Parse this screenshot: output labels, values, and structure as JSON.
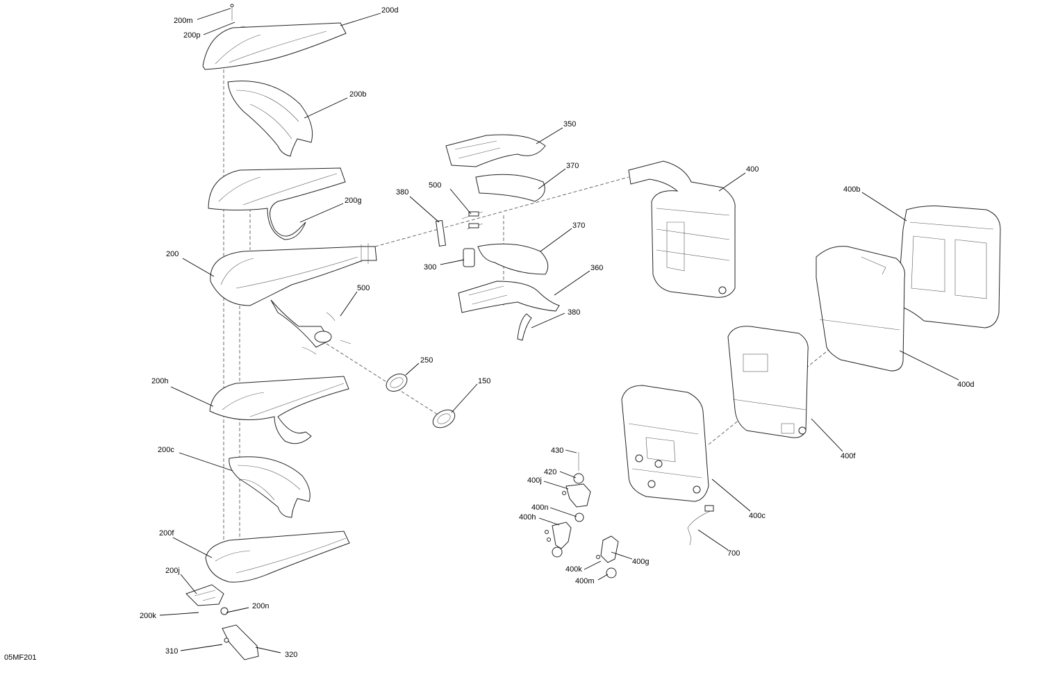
{
  "figure_ref": "05MF201",
  "callouts": [
    {
      "id": "200m",
      "text": "200m"
    },
    {
      "id": "200p",
      "text": "200p"
    },
    {
      "id": "200d",
      "text": "200d"
    },
    {
      "id": "200b",
      "text": "200b"
    },
    {
      "id": "200g",
      "text": "200g"
    },
    {
      "id": "200",
      "text": "200"
    },
    {
      "id": "500a",
      "text": "500"
    },
    {
      "id": "200h",
      "text": "200h"
    },
    {
      "id": "200c",
      "text": "200c"
    },
    {
      "id": "200f",
      "text": "200f"
    },
    {
      "id": "200j",
      "text": "200j"
    },
    {
      "id": "200k",
      "text": "200k"
    },
    {
      "id": "200n",
      "text": "200n"
    },
    {
      "id": "310",
      "text": "310"
    },
    {
      "id": "320",
      "text": "320"
    },
    {
      "id": "250",
      "text": "250"
    },
    {
      "id": "150",
      "text": "150"
    },
    {
      "id": "350",
      "text": "350"
    },
    {
      "id": "370a",
      "text": "370"
    },
    {
      "id": "380a",
      "text": "380"
    },
    {
      "id": "500b",
      "text": "500"
    },
    {
      "id": "370b",
      "text": "370"
    },
    {
      "id": "300",
      "text": "300"
    },
    {
      "id": "360",
      "text": "360"
    },
    {
      "id": "380b",
      "text": "380"
    },
    {
      "id": "400",
      "text": "400"
    },
    {
      "id": "400b",
      "text": "400b"
    },
    {
      "id": "400d",
      "text": "400d"
    },
    {
      "id": "400f",
      "text": "400f"
    },
    {
      "id": "400c",
      "text": "400c"
    },
    {
      "id": "700",
      "text": "700"
    },
    {
      "id": "430",
      "text": "430"
    },
    {
      "id": "420",
      "text": "420"
    },
    {
      "id": "400j",
      "text": "400j"
    },
    {
      "id": "400n",
      "text": "400n"
    },
    {
      "id": "400h",
      "text": "400h"
    },
    {
      "id": "400g",
      "text": "400g"
    },
    {
      "id": "400k",
      "text": "400k"
    },
    {
      "id": "400m",
      "text": "400m"
    }
  ]
}
